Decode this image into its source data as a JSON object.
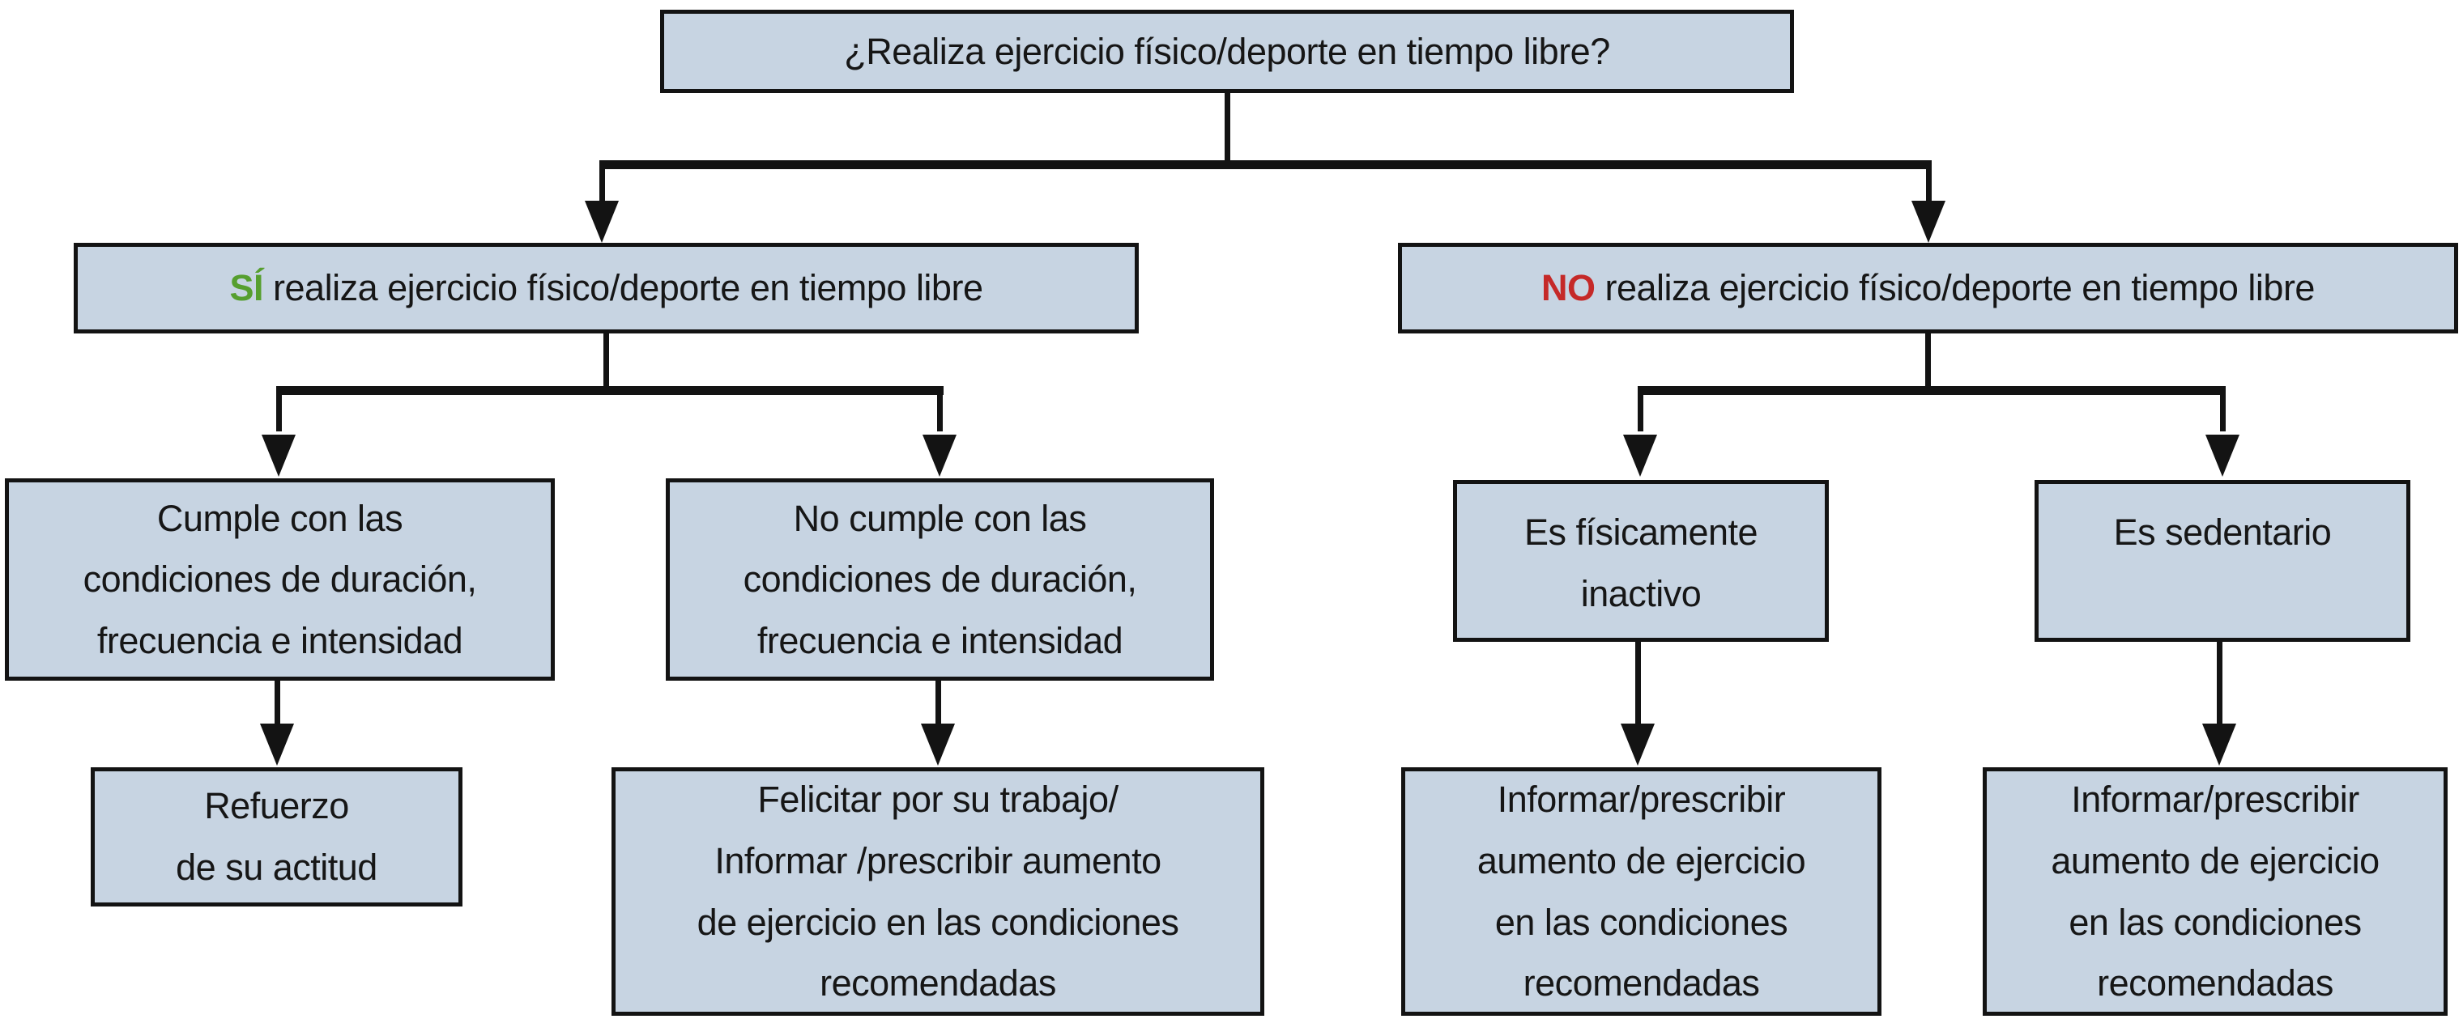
{
  "colors": {
    "node_fill": "#c7d4e2",
    "node_border": "#131313",
    "line": "#131313",
    "yes_accent": "#569f2f",
    "no_accent": "#c52928"
  },
  "nodes": {
    "root": {
      "text": "¿Realiza ejercicio físico/deporte en tiempo libre?"
    },
    "yes": {
      "prefix": "SÍ",
      "rest": " realiza ejercicio físico/deporte en tiempo libre"
    },
    "no": {
      "prefix": "NO",
      "rest": " realiza ejercicio físico/deporte en tiempo libre"
    },
    "cumple": {
      "text": "Cumple con las\ncondiciones de duración,\nfrecuencia e intensidad"
    },
    "no_cumple": {
      "text": "No cumple con las\ncondiciones de duración,\nfrecuencia e intensidad"
    },
    "inactivo": {
      "text": "Es físicamente\ninactivo"
    },
    "sedentario": {
      "text": "Es sedentario"
    },
    "refuerzo": {
      "text": "Refuerzo\nde su actitud"
    },
    "felicitar": {
      "text": "Felicitar por su trabajo/\nInformar /prescribir aumento\nde ejercicio en las condiciones\nrecomendadas"
    },
    "informar_inactivo": {
      "text": "Informar/prescribir\naumento de ejercicio\nen las condiciones\nrecomendadas"
    },
    "informar_sedentario": {
      "text": "Informar/prescribir\naumento de ejercicio\nen las condiciones\nrecomendadas"
    }
  }
}
